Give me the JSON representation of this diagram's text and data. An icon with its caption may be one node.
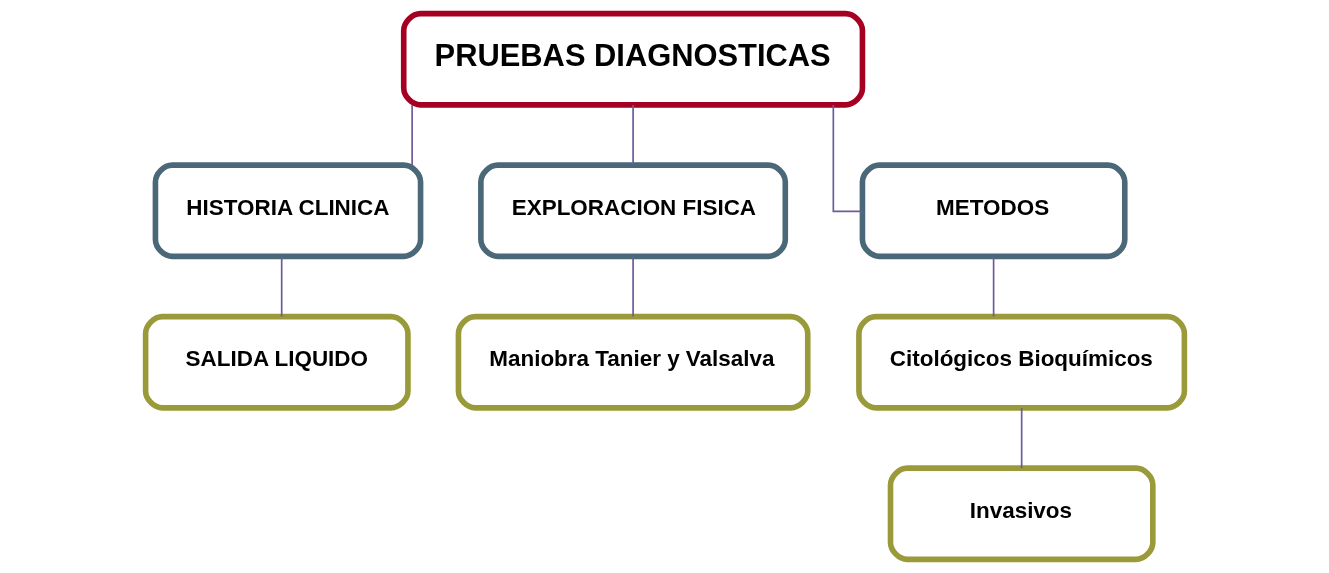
{
  "diagram": {
    "nodes": [
      {
        "text": [
          "PRUEBAS DIAGNOSTICAS"
        ]
      },
      {
        "text": [
          "HISTORIA CLINICA"
        ]
      },
      {
        "text": [
          "EXPLORACION FISICA"
        ]
      },
      {
        "text": [
          "METODOS"
        ]
      },
      {
        "text": [
          "SALIDA LIQUIDO"
        ]
      },
      {
        "text": [
          "Maniobra Tanier y Valsalva"
        ]
      },
      {
        "text": [
          "Citológicos Bioquímicos"
        ]
      },
      {
        "text": [
          "Invasivos"
        ]
      }
    ],
    "edges": [
      {
        "from": 0,
        "to": 1,
        "arrow": "none"
      },
      {
        "from": 0,
        "to": 2,
        "arrow": "none"
      },
      {
        "from": 0,
        "to": 3,
        "arrow": "none"
      },
      {
        "from": 1,
        "to": 4,
        "arrow": "none"
      },
      {
        "from": 2,
        "to": 5,
        "arrow": "none"
      },
      {
        "from": 3,
        "to": 6,
        "arrow": "none"
      },
      {
        "from": 6,
        "to": 7,
        "arrow": "none"
      }
    ]
  }
}
